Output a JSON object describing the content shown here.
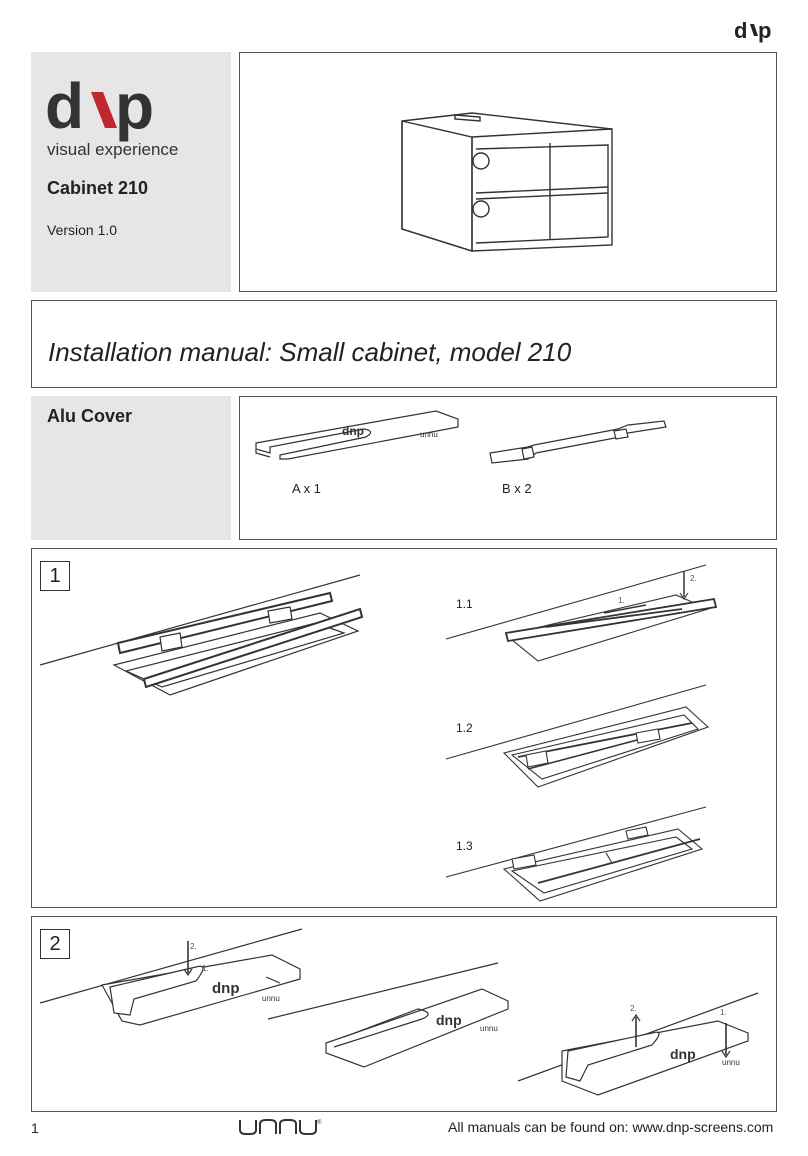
{
  "header": {
    "logo_icon": "dnp-logo-icon"
  },
  "brand": {
    "logo_icon": "dnp-logo-icon",
    "tagline": "visual experience",
    "product": "Cabinet 210",
    "version": "Version 1.0"
  },
  "title": "Installation manual: Small cabinet, model 210",
  "parts": {
    "heading": "Alu Cover",
    "items": [
      {
        "label": "A x 1",
        "icon": "alu-cover-plate-icon"
      },
      {
        "label": "B x 2",
        "icon": "cover-bracket-icon"
      }
    ]
  },
  "step1": {
    "number": "1",
    "substeps": [
      "1.1",
      "1.2",
      "1.3"
    ],
    "callouts": [
      "1.",
      "2."
    ]
  },
  "step2": {
    "number": "2",
    "callouts": [
      "1.",
      "2."
    ]
  },
  "footer": {
    "page": "1",
    "brand_icon": "unnu-logo-icon",
    "manuals": "All manuals can be found on: www.dnp-screens.com"
  }
}
